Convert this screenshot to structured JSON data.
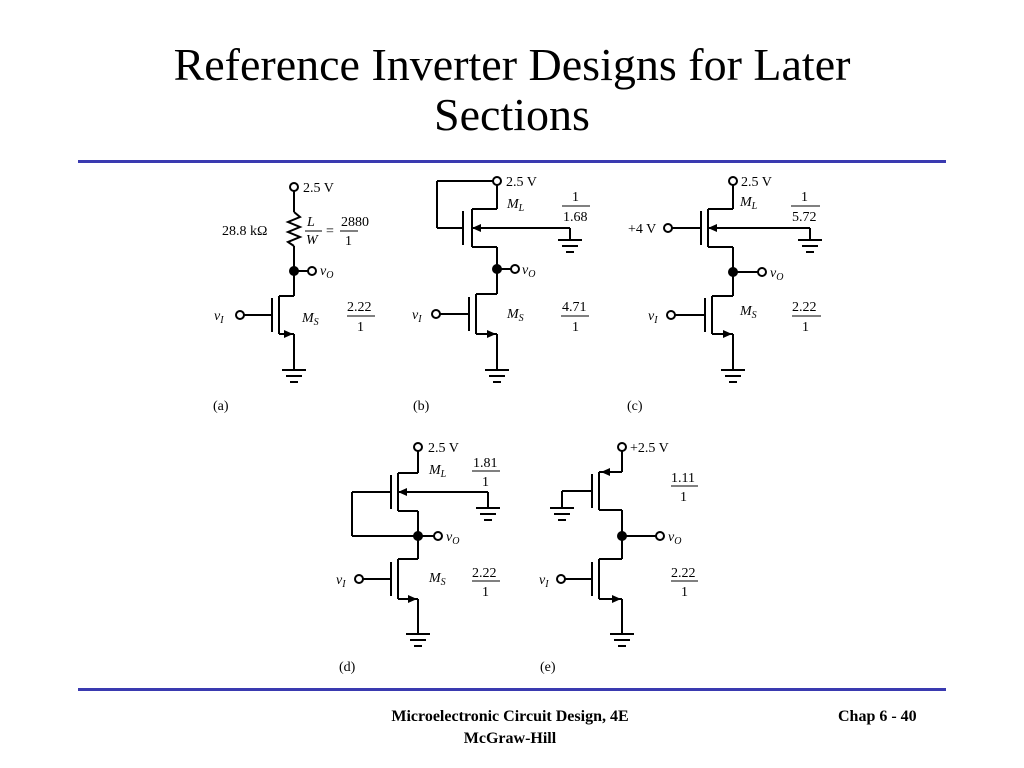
{
  "title": {
    "line1": "Reference Inverter Designs for Later",
    "line2": "Sections"
  },
  "colors": {
    "rule": "#3a3ab0",
    "text": "#000000"
  },
  "footer": {
    "book": "Microelectronic Circuit Design, 4E",
    "publisher": "McGraw-Hill",
    "page": "Chap 6 - 40"
  },
  "figure": {
    "a": {
      "caption": "(a)",
      "supply": "2.5 V",
      "resistor": "28.8 kΩ",
      "lw_num": "2880",
      "lw_den": "1",
      "ms_num": "2.22",
      "ms_den": "1"
    },
    "b": {
      "caption": "(b)",
      "supply": "2.5 V",
      "ml_num": "1",
      "ml_den": "1.68",
      "ms_num": "4.71",
      "ms_den": "1"
    },
    "c": {
      "caption": "(c)",
      "supply": "2.5 V",
      "gate_bias": "+4 V",
      "ml_num": "1",
      "ml_den": "5.72",
      "ms_num": "2.22",
      "ms_den": "1"
    },
    "d": {
      "caption": "(d)",
      "supply": "2.5 V",
      "ml_num": "1.81",
      "ml_den": "1",
      "ms_num": "2.22",
      "ms_den": "1"
    },
    "e": {
      "caption": "(e)",
      "supply": "+2.5 V",
      "ml_num": "1.11",
      "ml_den": "1",
      "ms_num": "2.22",
      "ms_den": "1"
    }
  }
}
